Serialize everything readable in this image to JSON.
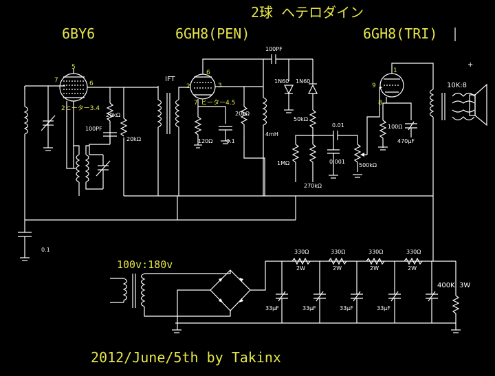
{
  "title": "2球 ヘテロダイン",
  "footer": "2012/June/5th by     Takinx",
  "tubes": {
    "t1": "6BY6",
    "t2": "6GH8(PEN)",
    "t3": "6GH8(TRI)"
  },
  "tube_notes": {
    "t1_heater": "2ヒーター3.4",
    "t2_heater": "ヒーター4.5"
  },
  "pins": {
    "t1_7": "7",
    "t1_5": "5",
    "t1_6": "6",
    "t2_6": "6",
    "t2_2": "2",
    "t2_3": "3",
    "t2_7": "7",
    "t3_1": "1",
    "t3_9": "9",
    "t3_8": "8"
  },
  "labels": {
    "ift": "IFT",
    "pf100_top": "100PF",
    "diode_a": "1N60",
    "diode_b": "1N60",
    "r20k_a": "20kΩ",
    "r20k_b": "20kΩ",
    "r20k_c": "20kΩ",
    "c100pf": "100PF",
    "r120": "120Ω",
    "c01_a": "0.1",
    "mh4": "4mH",
    "r50k": "50kΩ",
    "c001": "0.01",
    "c0001": "0.001",
    "r1m": "1MΩ",
    "r270k": "270kΩ",
    "vr500k": "500kΩ",
    "r100": "100Ω",
    "c470": "470μF",
    "spk": "10K:8",
    "plus": "+",
    "c01_b": "0.1",
    "trans": "100v:180v",
    "r330_1": "330Ω",
    "w2_1": "2W",
    "r330_2": "330Ω",
    "w2_2": "2W",
    "r330_3": "330Ω",
    "w2_3": "2W",
    "r330_4": "330Ω",
    "w2_4": "2W",
    "r400k": "400K",
    "w3": "3W",
    "c33_1": "33μF",
    "c33_2": "33μF",
    "c33_3": "33μF",
    "c33_4": "33μF"
  },
  "colors": {
    "background": "#000000",
    "wire": "#ffffff",
    "text_primary": "#e6e64a"
  }
}
